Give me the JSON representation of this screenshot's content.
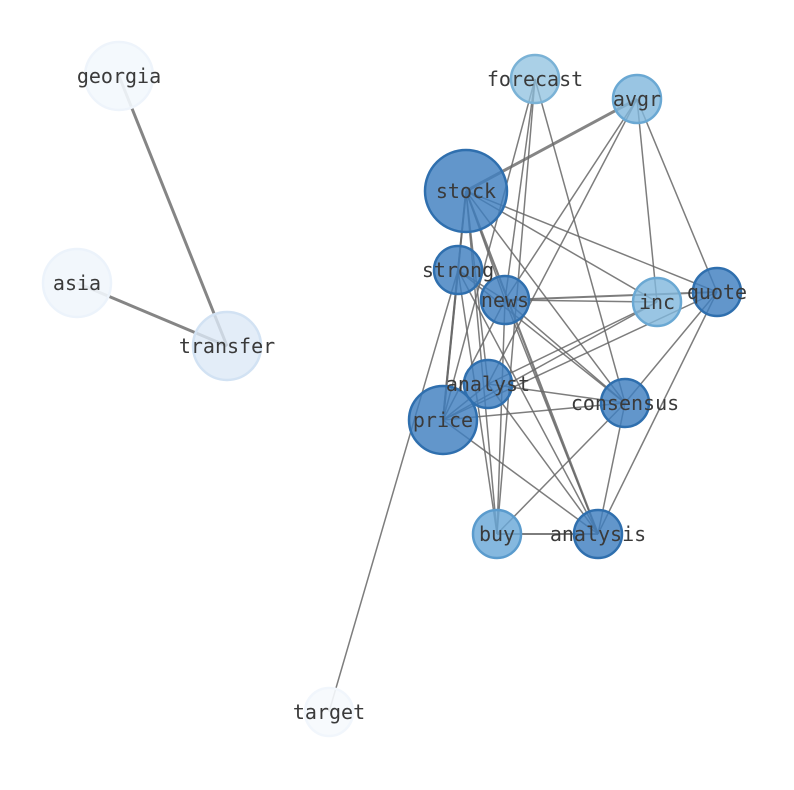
{
  "diagram": {
    "type": "network-graph",
    "nodes": [
      {
        "id": "stock",
        "label": "stock",
        "fill": "#3f7fbf",
        "stroke": "#2f6fae",
        "opacity": 0.82
      },
      {
        "id": "forecast",
        "label": "forecast",
        "fill": "#8ec0df",
        "stroke": "#7ab2d6",
        "opacity": 0.75
      },
      {
        "id": "avgr",
        "label": "avgr",
        "fill": "#7fb6dc",
        "stroke": "#6aa8d3",
        "opacity": 0.8
      },
      {
        "id": "strong",
        "label": "strong",
        "fill": "#3f7fbf",
        "stroke": "#2f6fae",
        "opacity": 0.82
      },
      {
        "id": "news",
        "label": "news",
        "fill": "#3f7fbf",
        "stroke": "#2f6fae",
        "opacity": 0.82
      },
      {
        "id": "inc",
        "label": "inc",
        "fill": "#7fb6dc",
        "stroke": "#6aa8d3",
        "opacity": 0.8
      },
      {
        "id": "quote",
        "label": "quote",
        "fill": "#3f7fbf",
        "stroke": "#2f6fae",
        "opacity": 0.82
      },
      {
        "id": "analyst",
        "label": "analyst",
        "fill": "#3f7fbf",
        "stroke": "#2f6fae",
        "opacity": 0.82
      },
      {
        "id": "consensus",
        "label": "consensus",
        "fill": "#3f7fbf",
        "stroke": "#2f6fae",
        "opacity": 0.82
      },
      {
        "id": "price",
        "label": "price",
        "fill": "#3f7fbf",
        "stroke": "#2f6fae",
        "opacity": 0.82
      },
      {
        "id": "buy",
        "label": "buy",
        "fill": "#6aa8d8",
        "stroke": "#5a9bcd",
        "opacity": 0.82
      },
      {
        "id": "analysis",
        "label": "analysis",
        "fill": "#3f7fbf",
        "stroke": "#2f6fae",
        "opacity": 0.82
      },
      {
        "id": "georgia",
        "label": "georgia",
        "fill": "#f3f8fd",
        "stroke": "#eef4fb",
        "opacity": 0.9
      },
      {
        "id": "asia",
        "label": "asia",
        "fill": "#f1f6fc",
        "stroke": "#ecf3fb",
        "opacity": 0.9
      },
      {
        "id": "transfer",
        "label": "transfer",
        "fill": "#dce8f6",
        "stroke": "#d2e2f3",
        "opacity": 0.8
      },
      {
        "id": "target",
        "label": "target",
        "fill": "#f6f9fd",
        "stroke": "#f1f6fc",
        "opacity": 0.9
      }
    ],
    "edges": [
      [
        "georgia",
        "transfer",
        3
      ],
      [
        "asia",
        "transfer",
        3
      ],
      [
        "stock",
        "avgr",
        3
      ],
      [
        "stock",
        "strong",
        1.8
      ],
      [
        "stock",
        "news",
        1.5
      ],
      [
        "stock",
        "inc",
        1.5
      ],
      [
        "stock",
        "quote",
        1.5
      ],
      [
        "stock",
        "analyst",
        1.5
      ],
      [
        "stock",
        "consensus",
        1.5
      ],
      [
        "stock",
        "price",
        2
      ],
      [
        "stock",
        "buy",
        1.5
      ],
      [
        "stock",
        "analysis",
        2.2
      ],
      [
        "forecast",
        "news",
        1.5
      ],
      [
        "forecast",
        "consensus",
        1.5
      ],
      [
        "forecast",
        "price",
        1.5
      ],
      [
        "forecast",
        "buy",
        1.5
      ],
      [
        "avgr",
        "news",
        1.5
      ],
      [
        "avgr",
        "inc",
        1.5
      ],
      [
        "avgr",
        "quote",
        1.5
      ],
      [
        "avgr",
        "analyst",
        1.5
      ],
      [
        "strong",
        "news",
        1.5
      ],
      [
        "strong",
        "price",
        2.2
      ],
      [
        "strong",
        "buy",
        1.5
      ],
      [
        "strong",
        "analysis",
        1.5
      ],
      [
        "strong",
        "consensus",
        1.5
      ],
      [
        "strong",
        "target",
        1.5
      ],
      [
        "news",
        "inc",
        1.5
      ],
      [
        "news",
        "quote",
        2
      ],
      [
        "news",
        "price",
        1.5
      ],
      [
        "news",
        "consensus",
        1.5
      ],
      [
        "news",
        "analysis",
        1.5
      ],
      [
        "news",
        "buy",
        1.5
      ],
      [
        "inc",
        "price",
        1.5
      ],
      [
        "inc",
        "analyst",
        1.5
      ],
      [
        "quote",
        "price",
        1.5
      ],
      [
        "quote",
        "consensus",
        1.5
      ],
      [
        "quote",
        "analysis",
        1.5
      ],
      [
        "analyst",
        "consensus",
        1.5
      ],
      [
        "analyst",
        "analysis",
        1.5
      ],
      [
        "analyst",
        "price",
        1.5
      ],
      [
        "price",
        "consensus",
        1.5
      ],
      [
        "price",
        "analysis",
        1.5
      ],
      [
        "consensus",
        "buy",
        1.5
      ],
      [
        "consensus",
        "analysis",
        1.5
      ],
      [
        "buy",
        "analysis",
        2
      ]
    ]
  }
}
